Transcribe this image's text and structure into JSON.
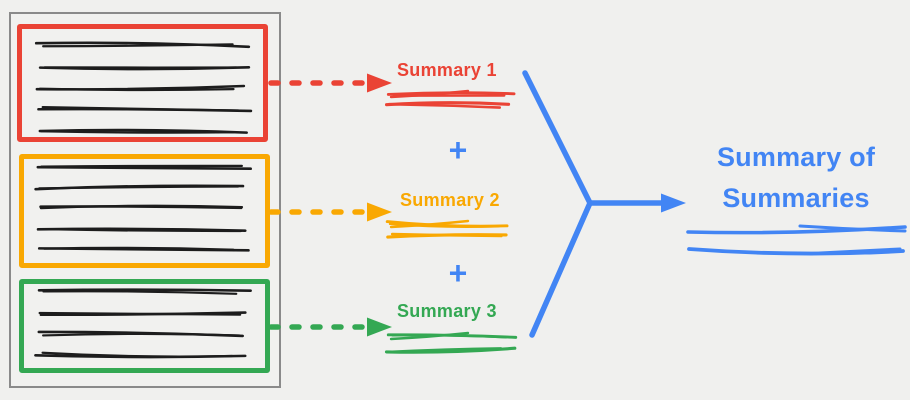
{
  "canvas": {
    "background": "#f0f0ee"
  },
  "document": {
    "name": "source-document",
    "border_color": "#8a8a8a",
    "text_line_color": "#1d1d1d",
    "chunks": [
      {
        "id": "chunk-1",
        "color": "#EA4335",
        "text_lines": 5
      },
      {
        "id": "chunk-2",
        "color": "#F9A802",
        "text_lines": 5
      },
      {
        "id": "chunk-3",
        "color": "#34A853",
        "text_lines": 4
      }
    ]
  },
  "summaries": [
    {
      "label": "Summary 1",
      "color": "#EA4335",
      "arrow_icon": "dashed-arrow-right",
      "underline_clusters": 2
    },
    {
      "label": "Summary 2",
      "color": "#F9A802",
      "arrow_icon": "dashed-arrow-right",
      "underline_clusters": 2
    },
    {
      "label": "Summary 3",
      "color": "#34A853",
      "arrow_icon": "dashed-arrow-right",
      "underline_clusters": 2
    }
  ],
  "plus_sign": "+",
  "plus_color": "#4285F4",
  "flow": {
    "color": "#4285F4",
    "merge_icon": "y-merge-arrow-right"
  },
  "result": {
    "title": "Summary of Summaries",
    "color": "#4285F4",
    "underline_clusters": 2
  }
}
